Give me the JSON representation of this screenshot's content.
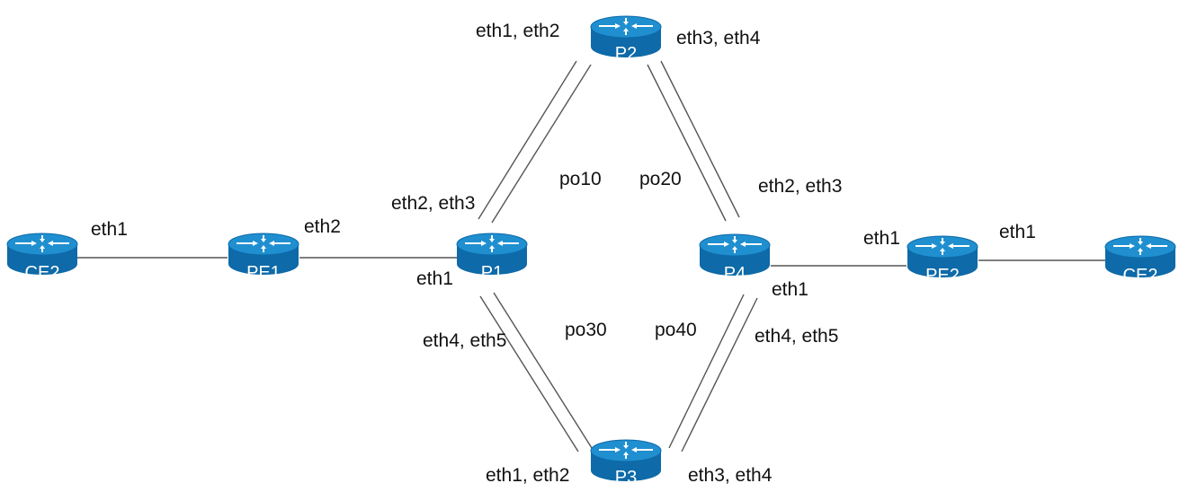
{
  "colors": {
    "router_top": "#1f8fd0",
    "router_body": "#0e6aa8",
    "router_label": "#ffffff",
    "link": "#555555",
    "text": "#111111"
  },
  "routers": {
    "ce2_left": {
      "name": "CE2",
      "icon": "router-icon"
    },
    "pe1": {
      "name": "PE1",
      "icon": "router-icon"
    },
    "p1": {
      "name": "P1",
      "icon": "router-icon"
    },
    "p2": {
      "name": "P2",
      "icon": "router-icon"
    },
    "p3": {
      "name": "P3",
      "icon": "router-icon"
    },
    "p4": {
      "name": "P4",
      "icon": "router-icon"
    },
    "pe2": {
      "name": "PE2",
      "icon": "router-icon"
    },
    "ce2_right": {
      "name": "CE2",
      "icon": "router-icon"
    }
  },
  "labels": {
    "ce2_left_eth1": "eth1",
    "pe1_eth2": "eth2",
    "p1_eth1": "eth1",
    "p1_eth2_eth3": "eth2, eth3",
    "p1_eth4_eth5": "eth4, eth5",
    "p2_eth1_eth2": "eth1, eth2",
    "p2_eth3_eth4": "eth3, eth4",
    "p3_eth1_eth2": "eth1, eth2",
    "p3_eth3_eth4": "eth3, eth4",
    "p4_eth2_eth3": "eth2, eth3",
    "p4_eth4_eth5": "eth4, eth5",
    "p4_eth1": "eth1",
    "pe2_eth1_left": "eth1",
    "pe2_eth1_right": "eth1",
    "po10": "po10",
    "po20": "po20",
    "po30": "po30",
    "po40": "po40"
  }
}
